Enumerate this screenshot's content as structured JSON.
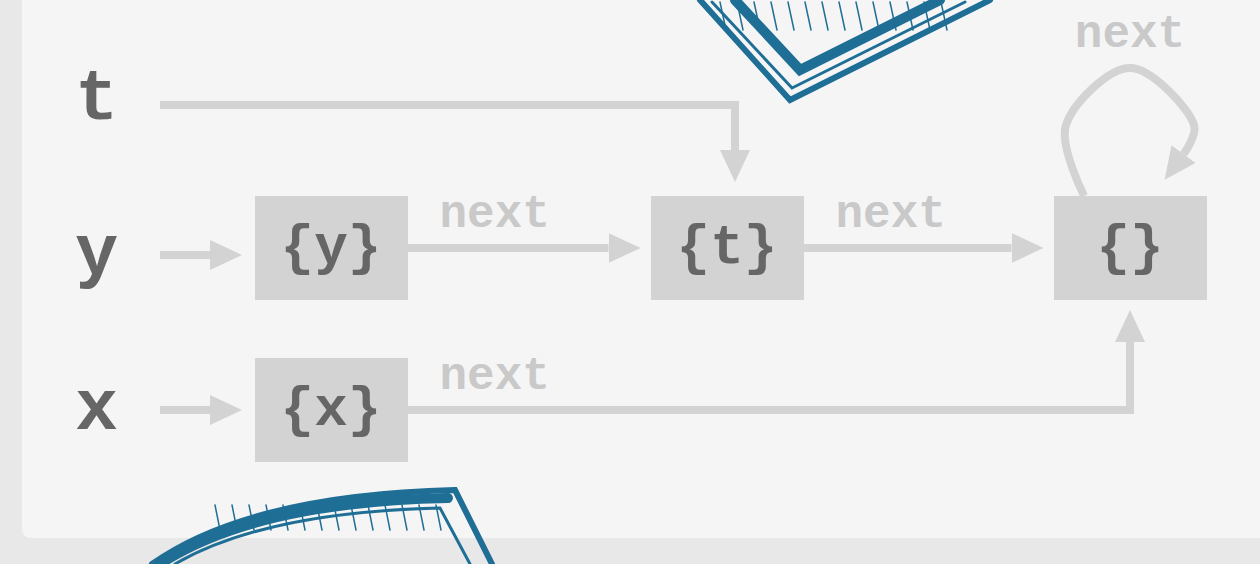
{
  "diagram": {
    "nodes": [
      {
        "text": [
          "{y}"
        ]
      },
      {
        "text": [
          "{t}"
        ]
      },
      {
        "text": [
          "{}"
        ]
      },
      {
        "text": [
          "{x}"
        ]
      }
    ],
    "edges": [
      {
        "from": 0,
        "to": 1,
        "label": "next",
        "arrow": "to"
      },
      {
        "from": 1,
        "to": 2,
        "label": "next",
        "arrow": "to"
      },
      {
        "from": 2,
        "to": 2,
        "label": "next",
        "arrow": "to"
      },
      {
        "from": 3,
        "to": 2,
        "label": "next",
        "arrow": "to"
      }
    ],
    "labels": [
      "t",
      "y",
      "x"
    ]
  }
}
